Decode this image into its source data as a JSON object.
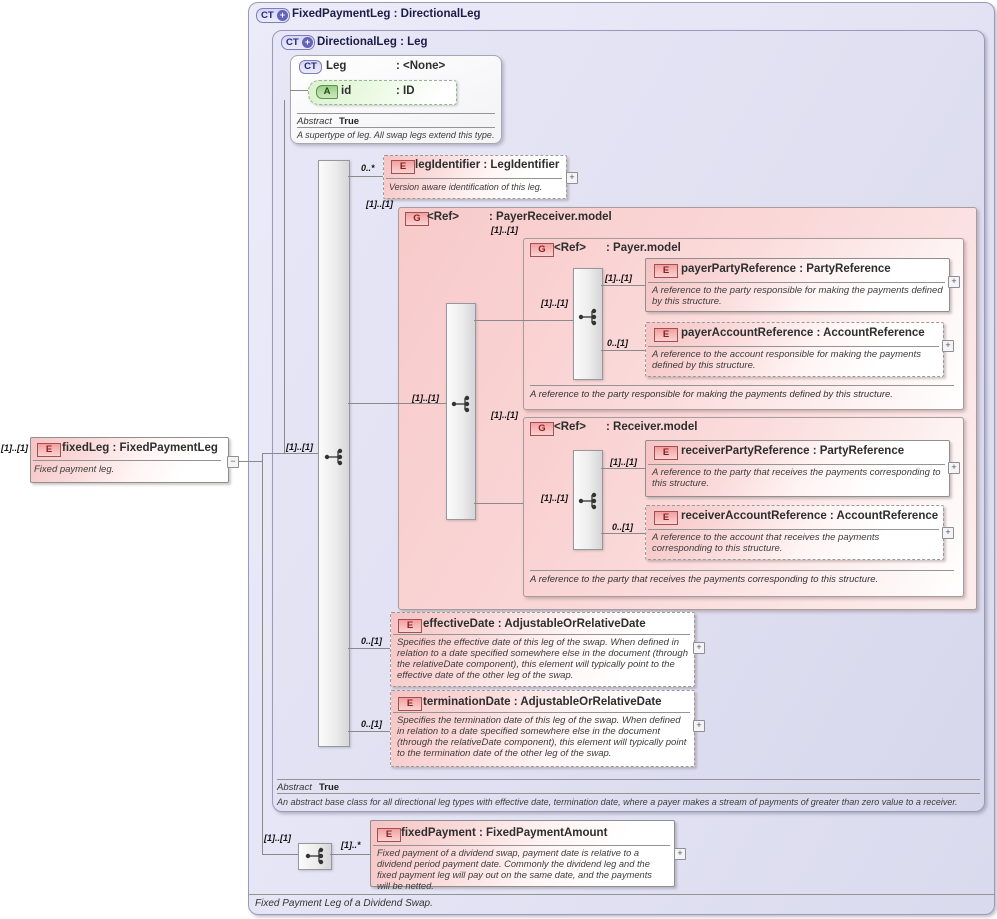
{
  "outer": {
    "title": "FixedPaymentLeg : DirectionalLeg",
    "footer": "Fixed Payment Leg of a Dividend Swap."
  },
  "directional": {
    "title": "DirectionalLeg : Leg",
    "abstract_label": "Abstract",
    "abstract_value": "True",
    "annotation": "An abstract base class for all directional leg types with effective date, termination date, where a payer makes a stream of payments of greater than zero value to a receiver."
  },
  "leg": {
    "name": "Leg",
    "type": ": <None>",
    "abstract_label": "Abstract",
    "abstract_value": "True",
    "annotation": "A supertype of leg. All swap legs extend this type.",
    "attr_name": "id",
    "attr_type": ": ID"
  },
  "fixedLeg": {
    "title": "fixedLeg : FixedPaymentLeg",
    "annotation": "Fixed payment leg.",
    "card": "[1]..[1]"
  },
  "legIdentifier": {
    "title": "legIdentifier : LegIdentifier",
    "annotation": "Version aware identification of this leg.",
    "card": "0..*"
  },
  "payerReceiver": {
    "name": "<Ref>",
    "type": ": PayerReceiver.model",
    "card_outer": "[1]..[1]",
    "card_inner": "[1]..[1]"
  },
  "payer": {
    "name": "<Ref>",
    "type": ": Payer.model",
    "card_outer": "[1]..[1]",
    "card_inner": "[1]..[1]",
    "footer": "A reference to the party responsible for making the payments defined by this structure."
  },
  "receiver": {
    "name": "<Ref>",
    "type": ": Receiver.model",
    "card_outer": "[1]..[1]",
    "card_inner": "[1]..[1]",
    "footer": "A reference to the party that receives the payments corresponding to this structure."
  },
  "payerPartyReference": {
    "title": "payerPartyReference : PartyReference",
    "card": "[1]..[1]",
    "annotation": "A reference to the party responsible for making the payments defined by this structure."
  },
  "payerAccountReference": {
    "title": "payerAccountReference : AccountReference",
    "card": "0..[1]",
    "annotation": "A reference to the account responsible for making the payments defined by this structure."
  },
  "receiverPartyReference": {
    "title": "receiverPartyReference : PartyReference",
    "card": "[1]..[1]",
    "annotation": "A reference to the party that receives the payments corresponding to this structure."
  },
  "receiverAccountReference": {
    "title": "receiverAccountReference : AccountReference",
    "card": "0..[1]",
    "annotation": "A reference to the account that receives the payments corresponding to this structure."
  },
  "effectiveDate": {
    "title": "effectiveDate : AdjustableOrRelativeDate",
    "card": "0..[1]",
    "annotation": "Specifies the effective date of this leg of the swap. When defined in relation to a date specified somewhere else in the document (through the relativeDate component), this element will typically point to the effective date of the other leg of the swap."
  },
  "terminationDate": {
    "title": "terminationDate : AdjustableOrRelativeDate",
    "card": "0..[1]",
    "annotation": "Specifies the termination date of this leg of the swap. When defined in relation to a date specified somewhere else in the document (through the relativeDate component), this element will typically point to the termination date of the other leg of the swap."
  },
  "fixedPayment": {
    "title": "fixedPayment : FixedPaymentAmount",
    "card_seq": "[1]..[1]",
    "card": "[1]..*",
    "annotation": "Fixed payment of a dividend swap, payment date is relative to a dividend period payment date. Commonly the dividend leg and the fixed payment leg will pay out on the same date, and the payments will be netted."
  },
  "badges": {
    "ct": "CT",
    "e": "E",
    "g": "G",
    "a": "A"
  },
  "icons": {
    "plus": "+",
    "minus": "−"
  },
  "colors": {
    "lavender": "#e4e4f5",
    "pink_element": "#f6c3c3",
    "badge_red_border": "#a05050",
    "badge_green": "#9ccf8a",
    "ct_purple": "#7d7dbb"
  }
}
